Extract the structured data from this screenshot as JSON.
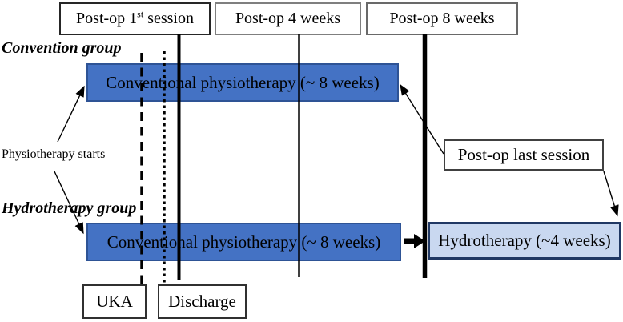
{
  "colors": {
    "bar_fill": "#4472C4",
    "bar_border": "#2E5395",
    "hydro_fill": "#C9D8F0",
    "hydro_border": "#203864",
    "line_color": "#000000"
  },
  "timeline_boxes": {
    "postop_first_prefix": "Post-op 1",
    "postop_first_sup": "st",
    "postop_first_suffix": " session",
    "postop_4w": "Post-op 4 weeks",
    "postop_8w": "Post-op 8 weeks"
  },
  "groups": {
    "convention": {
      "label": "Convention group",
      "bar_label": "Conventional physiotherapy (~ 8 weeks)"
    },
    "hydrotherapy": {
      "label": "Hydrotherapy group",
      "bar_label": "Conventional physiotherapy (~ 8 weeks)",
      "hydro_bar_label": "Hydrotherapy (~4 weeks)"
    }
  },
  "annotations": {
    "physiotherapy_starts": "Physiotherapy starts",
    "postop_last_session": "Post-op last session"
  },
  "event_boxes": {
    "uka": "UKA",
    "discharge": "Discharge"
  }
}
